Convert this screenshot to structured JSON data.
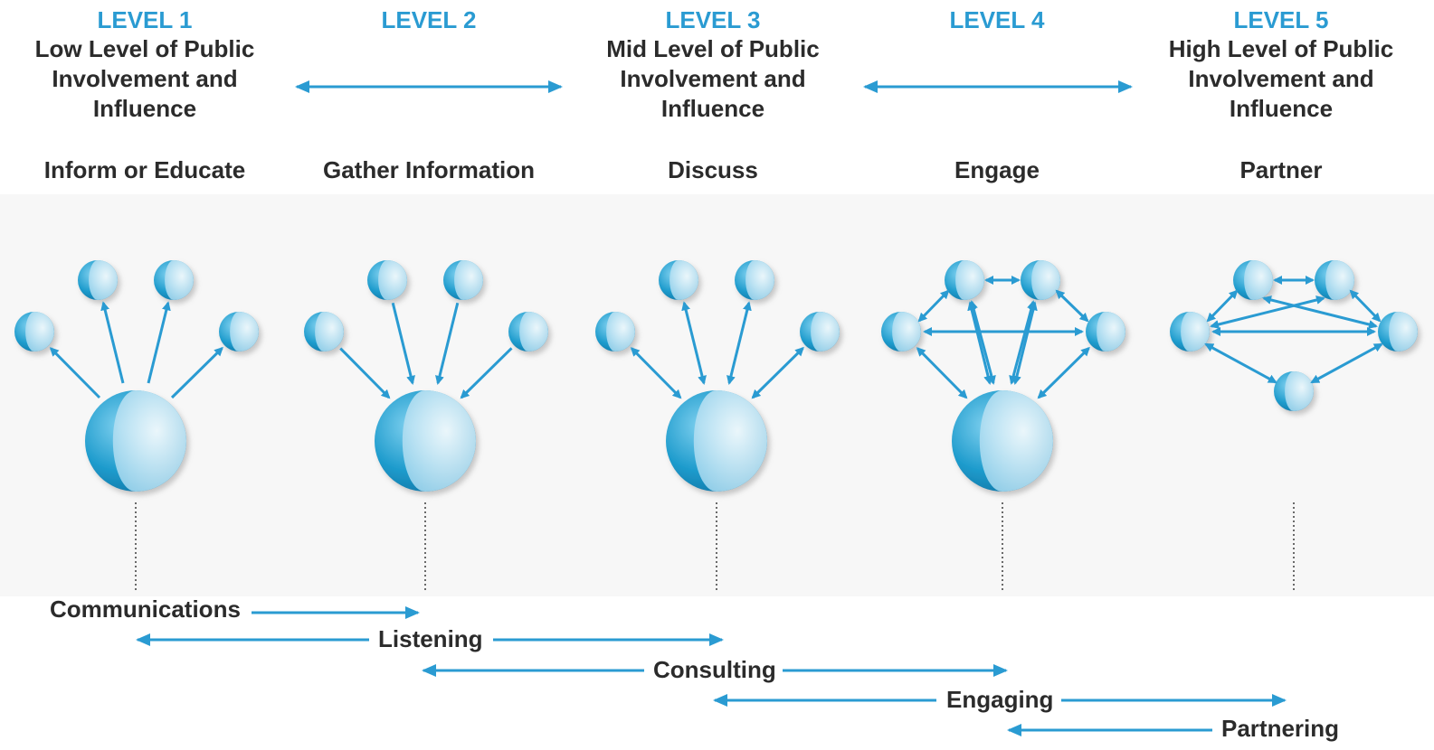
{
  "levels": [
    {
      "label": "LEVEL 1",
      "subtitle": [
        "Low Level of Public",
        "Involvement and",
        "Influence"
      ],
      "mode": "Inform or Educate"
    },
    {
      "label": "LEVEL 2",
      "subtitle": [],
      "mode": "Gather Information"
    },
    {
      "label": "LEVEL 3",
      "subtitle": [
        "Mid Level of Public",
        "Involvement and",
        "Influence"
      ],
      "mode": "Discuss"
    },
    {
      "label": "LEVEL 4",
      "subtitle": [],
      "mode": "Engage"
    },
    {
      "label": "LEVEL 5",
      "subtitle": [
        "High Level of Public",
        "Involvement and",
        "Influence"
      ],
      "mode": "Partner"
    }
  ],
  "mechanisms": [
    "Communications",
    "Listening",
    "Consulting",
    "Engaging",
    "Partnering"
  ],
  "colors": {
    "accent": "#2a9bd2",
    "text": "#2b2b2b",
    "sphere_dark": "#1a8cc0",
    "sphere_light": "#cfeaf7"
  }
}
